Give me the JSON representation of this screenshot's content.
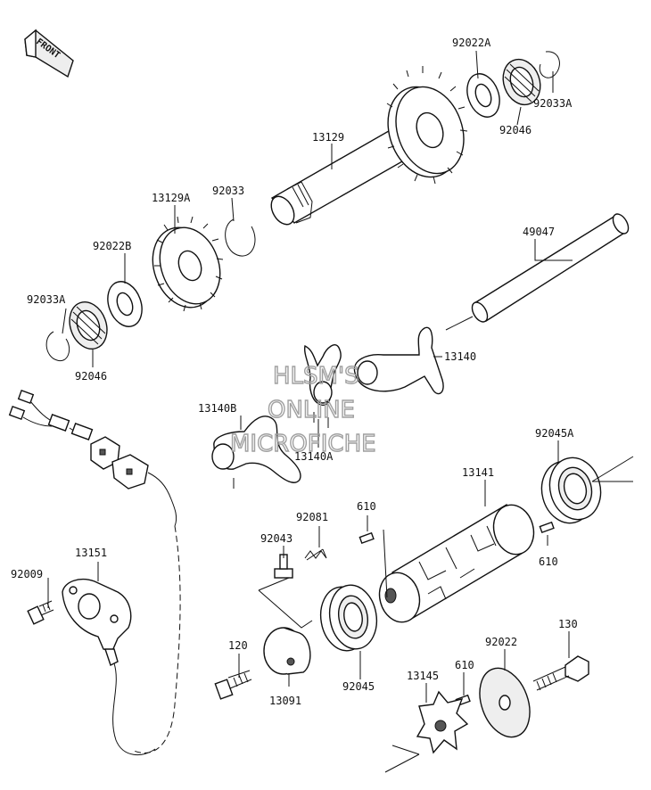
{
  "diagram": {
    "front_marker": "FRONT",
    "watermark": [
      "HLSM'S",
      "ONLINE",
      "MICROFICHE"
    ],
    "parts": [
      {
        "id": "92022A",
        "label": "92022A"
      },
      {
        "id": "92033A_top",
        "label": "92033A"
      },
      {
        "id": "92046_top",
        "label": "92046"
      },
      {
        "id": "13129",
        "label": "13129"
      },
      {
        "id": "13129A",
        "label": "13129A"
      },
      {
        "id": "92033",
        "label": "92033"
      },
      {
        "id": "92022B",
        "label": "92022B"
      },
      {
        "id": "49047",
        "label": "49047"
      },
      {
        "id": "92033A_left",
        "label": "92033A"
      },
      {
        "id": "92046_left",
        "label": "92046"
      },
      {
        "id": "13140",
        "label": "13140"
      },
      {
        "id": "13140B",
        "label": "13140B"
      },
      {
        "id": "13140A",
        "label": "13140A"
      },
      {
        "id": "92045A",
        "label": "92045A"
      },
      {
        "id": "13141",
        "label": "13141"
      },
      {
        "id": "92081",
        "label": "92081"
      },
      {
        "id": "610_a",
        "label": "610"
      },
      {
        "id": "92043",
        "label": "92043"
      },
      {
        "id": "610_b",
        "label": "610"
      },
      {
        "id": "13151",
        "label": "13151"
      },
      {
        "id": "92009",
        "label": "92009"
      },
      {
        "id": "130",
        "label": "130"
      },
      {
        "id": "92022",
        "label": "92022"
      },
      {
        "id": "120",
        "label": "120"
      },
      {
        "id": "92045",
        "label": "92045"
      },
      {
        "id": "13145",
        "label": "13145"
      },
      {
        "id": "610_c",
        "label": "610"
      },
      {
        "id": "13091",
        "label": "13091"
      }
    ]
  }
}
